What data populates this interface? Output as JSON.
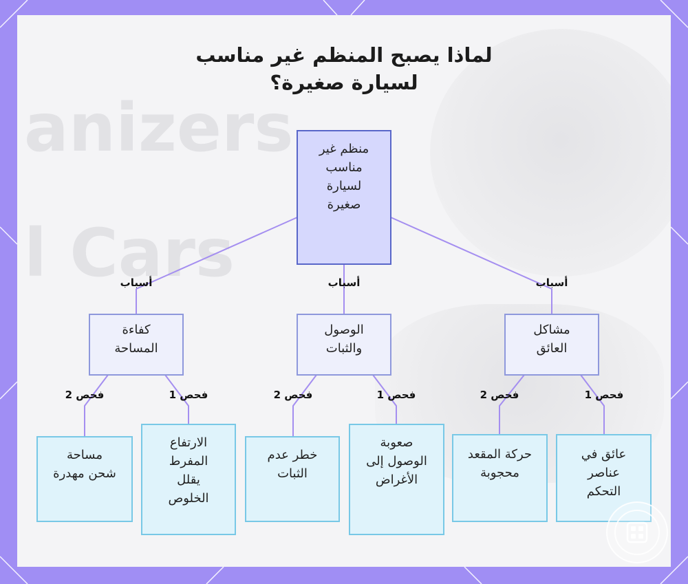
{
  "title": {
    "line1": "لماذا يصبح المنظم غير مناسب",
    "line2": "لسيارة صغيرة؟"
  },
  "background": {
    "watermark_line1": "anizers",
    "watermark_line2": "l Cars"
  },
  "nodes": {
    "root": "منظم غير مناسب لسيارة صغيرة",
    "space": "كفاءة المساحة",
    "access": "الوصول والثبات",
    "driver": "مشاكل العائق",
    "space_1": "الارتفاع المفرط يقلل الخلوص",
    "space_2": "مساحة شحن مهدرة",
    "access_1": "صعوبة الوصول إلى الأغراض",
    "access_2": "خطر عدم الثبات",
    "driver_1": "عائق في عناصر التحكم",
    "driver_2": "حركة المقعد محجوبة"
  },
  "edges": {
    "reasons": "أسباب",
    "check_1": "فحص 1",
    "check_2": "فحص 2"
  },
  "colors": {
    "frame": "#a08ef4",
    "connector": "#a48ef0",
    "root_fill": "#d6d8fd",
    "leaf_fill": "#dff3fb"
  },
  "icons": {
    "badge": "calculator-icon"
  }
}
